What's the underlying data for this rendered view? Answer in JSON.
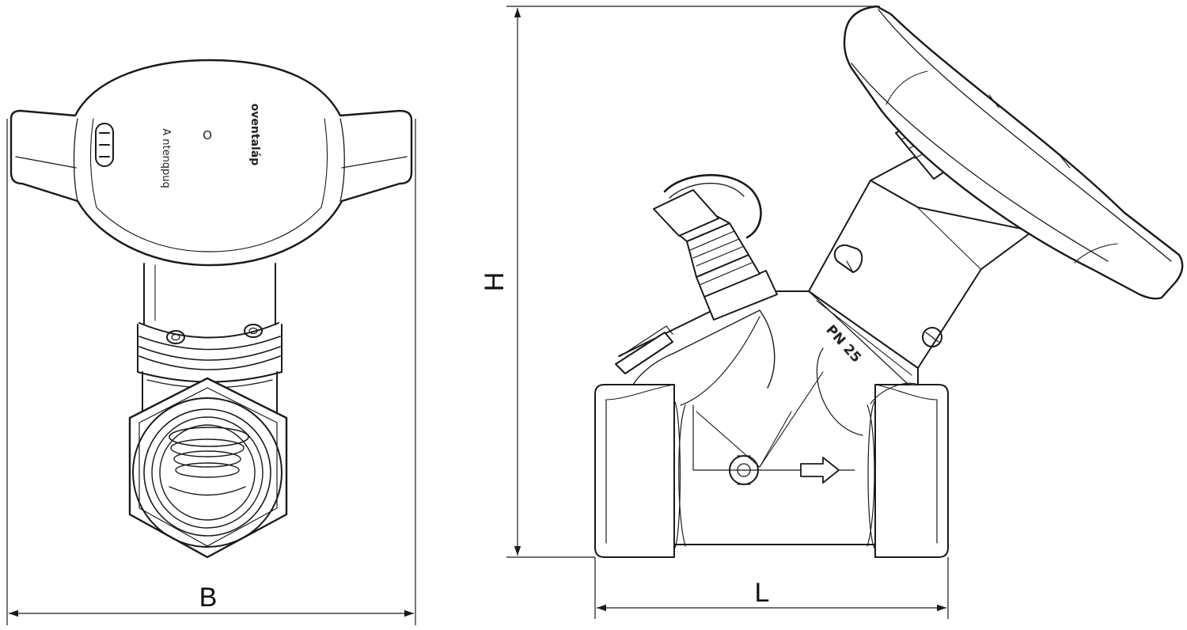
{
  "dimensions": {
    "width_label": "B",
    "height_label": "H",
    "length_label": "L"
  },
  "front_view": {
    "handwheel_text_1": "oventaláp",
    "handwheel_text_2": "A ntenqpuq",
    "handwheel_mark": "O"
  },
  "side_view": {
    "pressure_marking": "PN 25"
  },
  "colors": {
    "line": "#1a1a1a",
    "fill": "#ffffff",
    "shade": "#f4f4f4"
  }
}
